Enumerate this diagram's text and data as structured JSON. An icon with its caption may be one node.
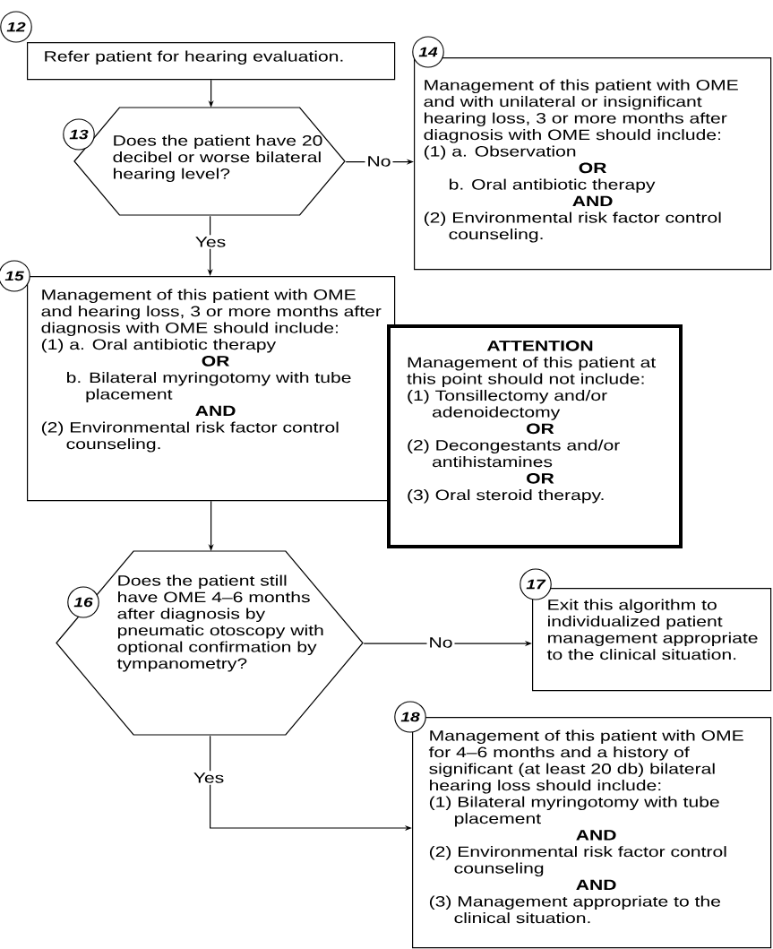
{
  "diagram": {
    "nodes": [
      {
        "text": [
          "12",
          "Refer patient for hearing evaluation."
        ]
      },
      {
        "text": [
          "13",
          "Does the patient have 20 decibel or worse bilateral hearing level?"
        ]
      },
      {
        "text": [
          "14",
          "Management of this patient with OME and with unilateral or insignificant hearing loss, 3 or more months after diagnosis with OME should include:",
          "(1) a. Observation",
          "OR",
          "b. Oral antibiotic therapy",
          "AND",
          "(2) Environmental risk factor control counseling."
        ]
      },
      {
        "text": [
          "15",
          "Management of this patient with OME and hearing loss, 3 or more months after diagnosis with OME should include:",
          "(1) a. Oral antibiotic therapy",
          "OR",
          "b. Bilateral myringotomy with tube placement",
          "AND",
          "(2) Environmental risk factor control counseling."
        ]
      },
      {
        "text": [
          "ATTENTION",
          "Management of this patient at this point should not include:",
          "(1) Tonsillectomy and/or adenoidectomy",
          "OR",
          "(2) Decongestants and/or antihistamines",
          "OR",
          "(3) Oral steroid therapy."
        ]
      },
      {
        "text": [
          "16",
          "Does the patient still have OME 4–6 months after diagnosis by pneumatic otoscopy with optional confirmation by tympanometry?"
        ]
      },
      {
        "text": [
          "17",
          "Exit this algorithm to individualized patient management appropriate to the clinical situation."
        ]
      },
      {
        "text": [
          "18",
          "Management of this patient with OME for 4–6 months and a history of significant (at least 20 db) bilateral hearing loss should include:",
          "(1) Bilateral myringotomy with tube placement",
          "AND",
          "(2) Environmental risk factor control counseling",
          "AND",
          "(3) Management appropriate to the clinical situation."
        ]
      }
    ],
    "edges": [
      {
        "from": 0,
        "to": 1,
        "arrow": "to"
      },
      {
        "from": 1,
        "to": 2,
        "arrow": "to",
        "label": "No"
      },
      {
        "from": 1,
        "to": 3,
        "arrow": "to",
        "label": "Yes"
      },
      {
        "from": 3,
        "to": 5,
        "arrow": "to"
      },
      {
        "from": 5,
        "to": 6,
        "arrow": "to",
        "label": "No"
      },
      {
        "from": 5,
        "to": 7,
        "arrow": "to",
        "label": "Yes"
      }
    ]
  }
}
